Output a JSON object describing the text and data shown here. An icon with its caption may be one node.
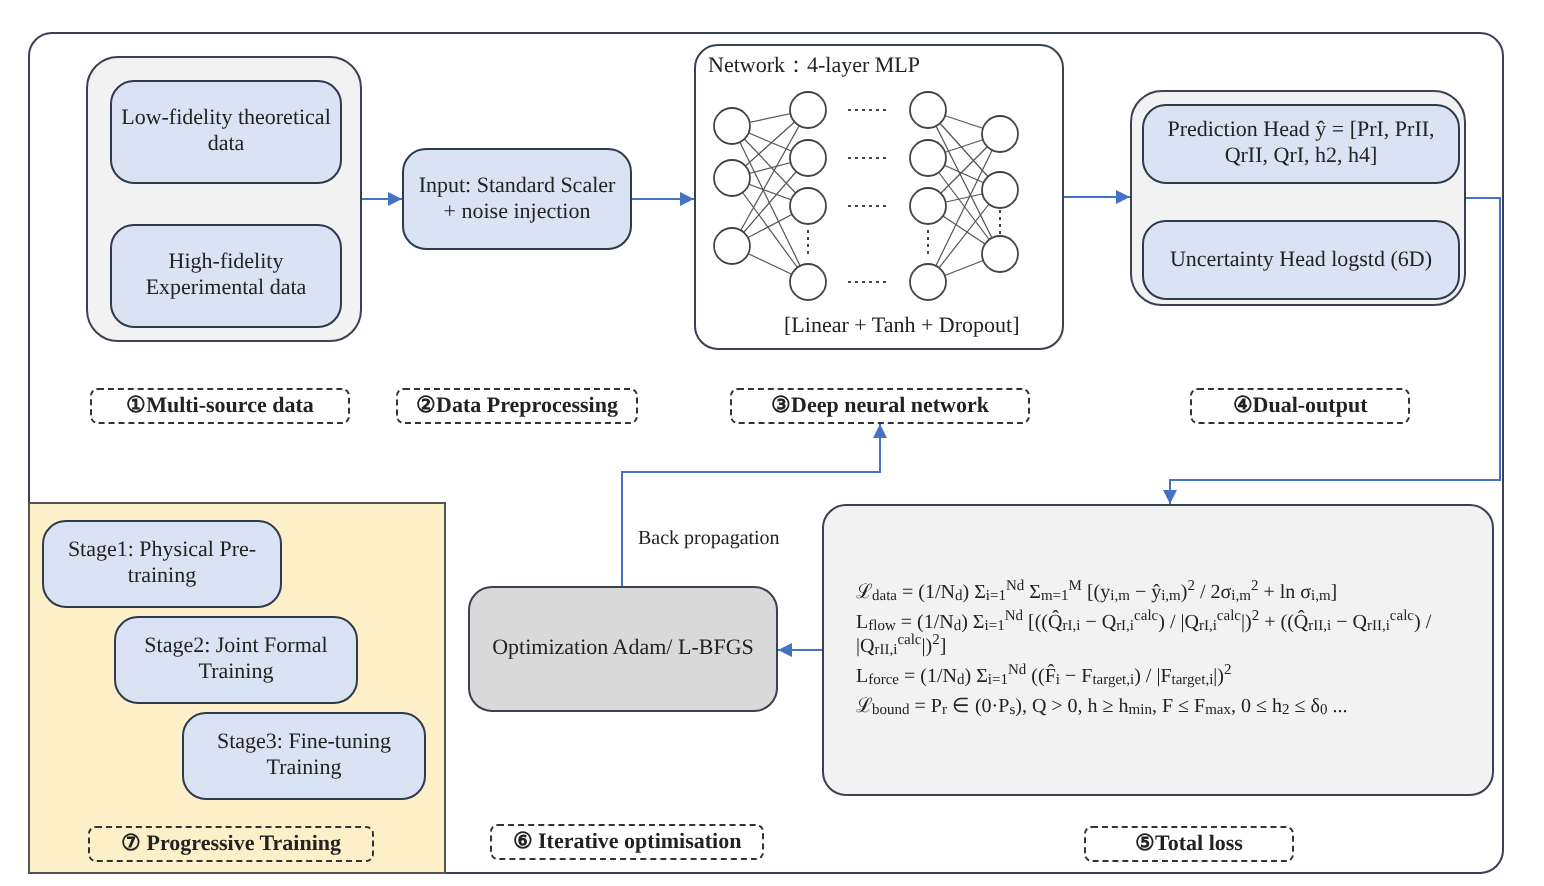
{
  "diagram": {
    "nodes": [
      {
        "text": [],
        "shape": "box"
      },
      {
        "text": [
          "Low-fidelity theoretical data"
        ],
        "in": 0
      },
      {
        "text": [
          "High-fidelity Experimental data"
        ],
        "in": 0
      },
      {
        "text": [
          "Input: Standard Scaler + noise injection"
        ]
      },
      {
        "text": [
          "Network：4-layer MLP",
          "[Linear + Tanh + Dropout]"
        ]
      },
      {
        "text": [],
        "shape": "box"
      },
      {
        "text": [
          "Prediction Head ŷ = [PrI, PrII, QrII, QrI, h2, h4]"
        ],
        "in": 5
      },
      {
        "text": [
          "Uncertainty Head logstd (6D)"
        ],
        "in": 5
      },
      {
        "text": [
          "①Multi-source data"
        ]
      },
      {
        "text": [
          "②Data Preprocessing"
        ]
      },
      {
        "text": [
          "③Deep neural network"
        ]
      },
      {
        "text": [
          "④Dual-output"
        ]
      },
      {
        "text": [],
        "shape": "box"
      },
      {
        "text": [
          "Stage1: Physical Pre-training"
        ],
        "in": 12
      },
      {
        "text": [
          "Stage2: Joint Formal Training"
        ],
        "in": 12
      },
      {
        "text": [
          "Stage3: Fine-tuning Training"
        ],
        "in": 12
      },
      {
        "text": [
          "⑦ Progressive Training"
        ],
        "in": 12
      },
      {
        "text": [
          "Optimization Adam/ L-BFGS"
        ]
      },
      {
        "text": [
          "ℒ$_{data}$ = (1/N$_{d}$) Σ$_{i=1}$$^{Nd}$ Σ$_{m=1}$$^{M}$ [(y$_{i,m}$ − ŷ$_{i,m}$)$^{2}$ / 2σ$_{i,m}$$^{2}$ + ln σ$_{i,m}$]",
          "L$_{flow}$ = (1/N$_{d}$) Σ$_{i=1}$$^{Nd}$ [((Q̂$_{rI,i}$ − Q$_{rI,i}$$^{calc}$) / |Q$_{rI,i}$$^{calc}$|)$^{2}$ + ((Q̂$_{rII,i}$ − Q$_{rII,i}$$^{calc}$) / |Q$_{rII,i}$$^{calc}$|)$^{2}$]",
          "L$_{force}$ = (1/N$_{d}$) Σ$_{i=1}$$^{Nd}$ ((F̂$_{i}$ − F$_{target,i}$) / |F$_{target,i}$|)$^{2}$",
          "ℒ$_{bound}$ = P$_{r}$ ∈ (0·P$_{s}$), Q > 0, h ≥ h$_{min}$, F ≤ F$_{max}$, 0 ≤ h$_{2}$ ≤ δ$_{0}$ ..."
        ]
      },
      {
        "text": [
          "⑥ Iterative optimisation"
        ]
      },
      {
        "text": [
          "⑤Total loss"
        ]
      }
    ],
    "edges": [
      {
        "from": 0,
        "to": 3,
        "arrow": "to"
      },
      {
        "from": 3,
        "to": 4,
        "arrow": "to"
      },
      {
        "from": 4,
        "to": 5,
        "arrow": "to"
      },
      {
        "from": 5,
        "to": 18,
        "arrow": "to"
      },
      {
        "from": 18,
        "to": 17,
        "arrow": "to"
      },
      {
        "from": 17,
        "to": 10,
        "arrow": "to",
        "label": "Back propagation"
      }
    ]
  }
}
